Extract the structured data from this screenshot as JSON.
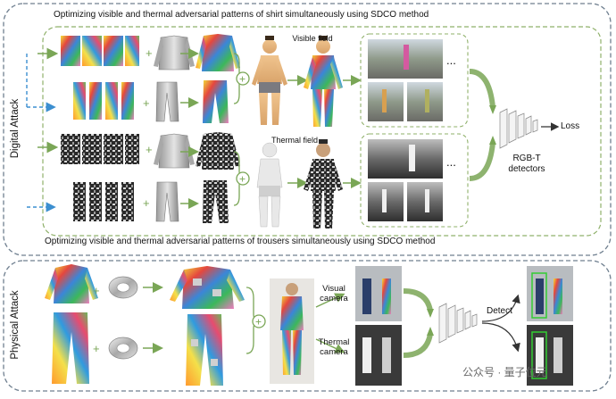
{
  "digital": {
    "section_label": "Digital Attack",
    "title_top": "Optimizing visible and thermal adversarial patterns of shirt simultaneously using SDCO method",
    "title_bottom": "Optimizing visible and thermal adversarial patterns of  trousers simultaneously using SDCO method",
    "visible_field": "Visible field",
    "thermal_field": "Thermal field",
    "ellipsis": "...",
    "detectors": "RGB-T\ndetectors",
    "loss": "Loss"
  },
  "physical": {
    "section_label": "Physical Attack",
    "visual_camera": "Visual\ncamera",
    "thermal_camera": "Thermal\ncamera",
    "detect": "Detect"
  },
  "watermark": "公众号 · 量子位元",
  "colors": {
    "border_gray": "#6f7f8f",
    "dash_green": "#8fb06a",
    "arrow_green": "#7aa656",
    "arrow_blue": "#3c8fd0",
    "detect_green": "#33cc33"
  }
}
